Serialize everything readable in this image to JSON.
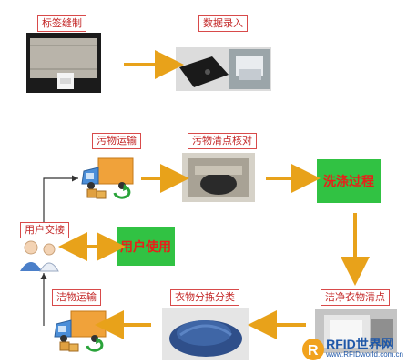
{
  "steps": {
    "label_sewing": "标签缝制",
    "data_entry": "数据录入",
    "dirty_transport": "污物运输",
    "dirty_check": "污物清点核对",
    "washing": "洗涤过程",
    "user_handover": "用户交接",
    "user_use": "用户使用",
    "clean_transport": "洁物运输",
    "sorting": "衣物分拣分类",
    "clean_check": "洁净衣物清点"
  },
  "watermark": {
    "brand": "RFID世界网",
    "url": "www.RFIDworld.com.cn"
  },
  "colors": {
    "label_border": "#d84a4a",
    "label_text": "#c42a2a",
    "green_box": "#31c243",
    "green_text": "#e8201a",
    "arrow": "#e8a21a",
    "connector": "#333333"
  },
  "icons": [
    "truck-icon",
    "user-handover-icon"
  ]
}
